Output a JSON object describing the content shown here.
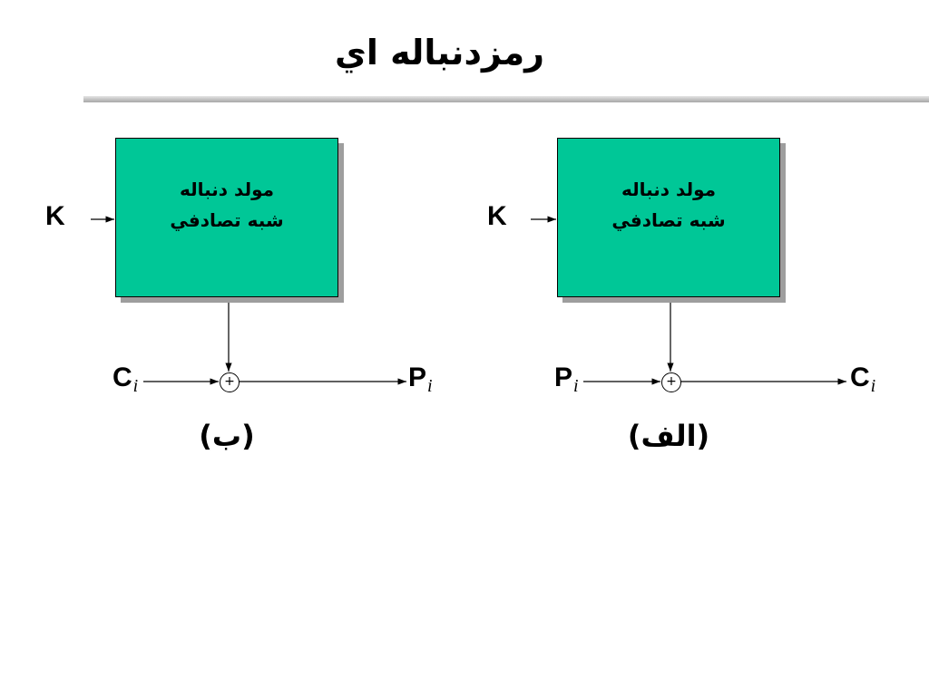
{
  "title": "رمزدنباله اي",
  "panels": {
    "b": {
      "box_line1": "مولد دنباله",
      "box_line2": "شبه تصادفي",
      "key": "K",
      "input_main": "C",
      "input_sub": "i",
      "output_main": "P",
      "output_sub": "i",
      "xor_symbol": "+",
      "caption": "(ب)"
    },
    "a": {
      "box_line1": "مولد دنباله",
      "box_line2": "شبه تصادفي",
      "key": "K",
      "input_main": "P",
      "input_sub": "i",
      "output_main": "C",
      "output_sub": "i",
      "xor_symbol": "+",
      "caption": "(الف)"
    }
  },
  "colors": {
    "box_fill": "#00c797",
    "box_shadow": "#9e9e9e"
  }
}
